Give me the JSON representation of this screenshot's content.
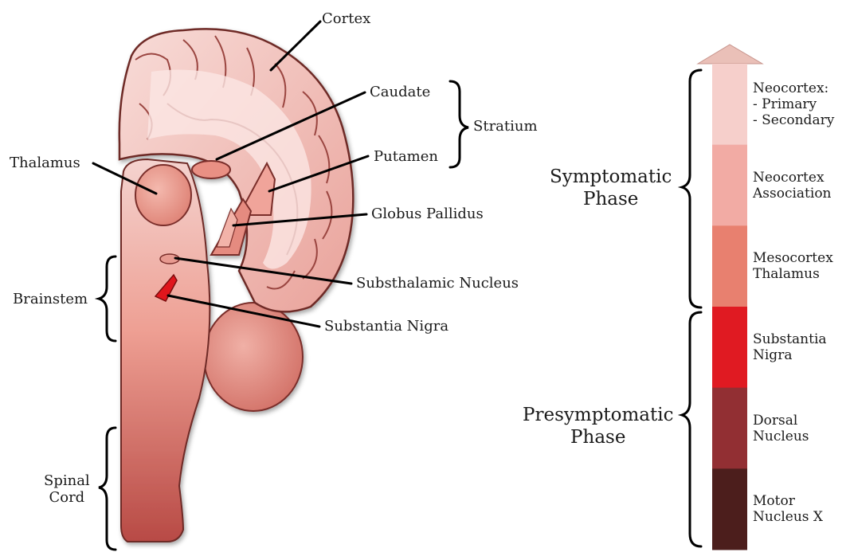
{
  "brain_labels": {
    "cortex": "Cortex",
    "caudate": "Caudate",
    "stratium": "Stratium",
    "putamen": "Putamen",
    "thalamus": "Thalamus",
    "globus_pallidus": "Globus Pallidus",
    "subthalamic_nucleus": "Substhalamic Nucleus",
    "brainstem": "Brainstem",
    "substantia_nigra": "Substantia Nigra",
    "spinal_cord": "Spinal\nCord"
  },
  "phases": {
    "symptomatic": "Symptomatic\nPhase",
    "presymptomatic": "Presymptomatic\nPhase"
  },
  "stages": [
    {
      "label": "Neocortex:\n- Primary\n- Secondary",
      "color": "#f6cfcb"
    },
    {
      "label": "Neocortex\nAssociation",
      "color": "#f2aba4"
    },
    {
      "label": "Mesocortex\nThalamus",
      "color": "#e8806f"
    },
    {
      "label": "Substantia\nNigra",
      "color": "#e01a22"
    },
    {
      "label": "Dorsal\nNucleus",
      "color": "#922f33"
    },
    {
      "label": "Motor\nNucleus X",
      "color": "#4c1e1c"
    }
  ],
  "colors": {
    "arrow_head": "#eac0b8",
    "tissue_light": "#f5c6c0",
    "tissue_mid": "#e8867a",
    "tissue_dark": "#b84a45",
    "nigra": "#e0141c"
  }
}
